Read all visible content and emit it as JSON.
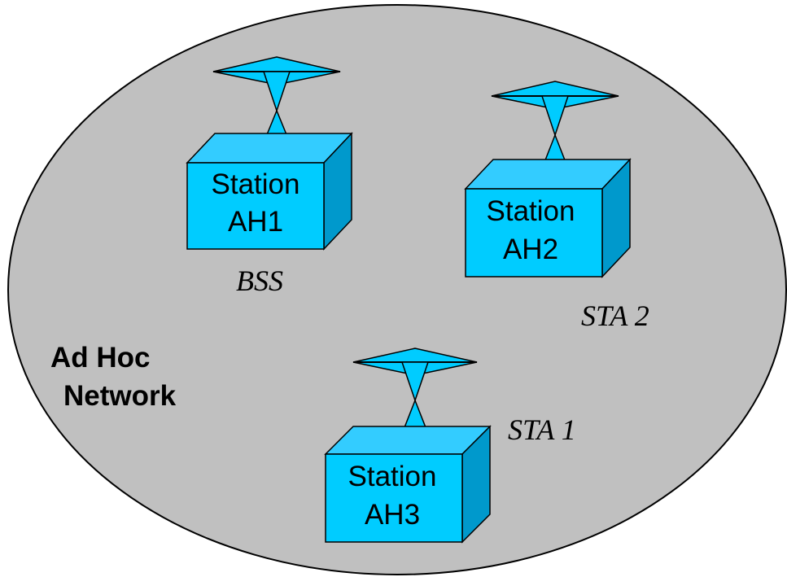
{
  "colors": {
    "background": "#ffffff",
    "network_area": "#c0c0c0",
    "station_front": "#00ccff",
    "station_top": "#33ccff",
    "station_side": "#0099cc",
    "outline": "#000000"
  },
  "network": {
    "label_line1": "Ad Hoc",
    "label_line2": "Network"
  },
  "stations": [
    {
      "name": "Station",
      "id": "AH1"
    },
    {
      "name": "Station",
      "id": "AH2"
    },
    {
      "name": "Station",
      "id": "AH3"
    }
  ],
  "labels": {
    "bss": "BSS",
    "sta2": "STA 2",
    "sta1": "STA 1"
  }
}
